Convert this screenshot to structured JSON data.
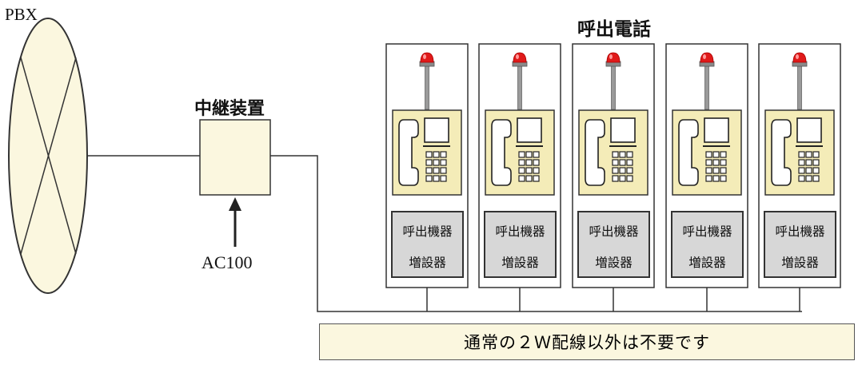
{
  "labels": {
    "pbx": "PBX",
    "relay_device": "中継装置",
    "power": "AC100",
    "phones_title": "呼出電話",
    "note": "通常の２Ｗ配線以外は不要です"
  },
  "colors": {
    "pbx_fill": "#fbf7df",
    "relay_fill": "#fbf7df",
    "phone_panel": "#f4ecb8",
    "extender_fill": "#d7d7d7",
    "lamp": "#e01a1a",
    "line": "#333333"
  },
  "phone_units": [
    {
      "extender_line1": "呼出機器",
      "extender_line2": "増設器",
      "icon": "call-phone-icon",
      "lamp_icon": "red-beacon-lamp-icon"
    },
    {
      "extender_line1": "呼出機器",
      "extender_line2": "増設器",
      "icon": "call-phone-icon",
      "lamp_icon": "red-beacon-lamp-icon"
    },
    {
      "extender_line1": "呼出機器",
      "extender_line2": "増設器",
      "icon": "call-phone-icon",
      "lamp_icon": "red-beacon-lamp-icon"
    },
    {
      "extender_line1": "呼出機器",
      "extender_line2": "増設器",
      "icon": "call-phone-icon",
      "lamp_icon": "red-beacon-lamp-icon"
    },
    {
      "extender_line1": "呼出機器",
      "extender_line2": "増設器",
      "icon": "call-phone-icon",
      "lamp_icon": "red-beacon-lamp-icon"
    }
  ]
}
